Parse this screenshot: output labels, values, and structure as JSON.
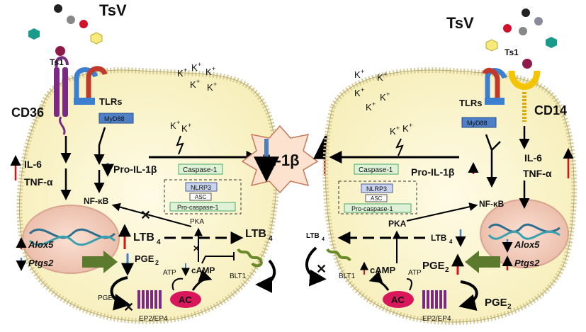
{
  "left": {
    "tsv": "TsV",
    "ts1": "Ts1",
    "receptor_a": "CD36",
    "tlrs": "TLRs",
    "myd88": "MyD88",
    "il6": "IL-6",
    "tnfa": "TNF-α",
    "nfkb": "NF-κB",
    "pro_il1b": "Pro-IL-1β",
    "caspase": "Caspase-1",
    "nlrp3": "NLRP3",
    "asc": "ASC",
    "procaspase": "Pro-caspase-1",
    "ltb4_main": "LTB",
    "ltb4_ext": "LTB",
    "pka": "PKA",
    "alox5": "Alox5",
    "ptgs2": "Ptgs2",
    "pge2": "PGE",
    "pge2_ext": "PGE",
    "camp": "cAMP",
    "atp": "ATP",
    "ac": "AC",
    "blt1": "BLT1",
    "ep": "EP2/EP4",
    "k_ions": [
      "K",
      "K",
      "K",
      "K",
      "K"
    ],
    "k_inner": [
      "K",
      "K"
    ]
  },
  "center": {
    "il1b": "IL-1β"
  },
  "right": {
    "tsv": "TsV",
    "ts1": "Ts1",
    "receptor_b": "CD14",
    "tlrs": "TLRs",
    "myd88": "MyD88",
    "il6": "IL-6",
    "tnfa": "TNF-α",
    "nfkb": "NF-κB",
    "pro_il1b": "Pro-IL-1β",
    "caspase": "Caspase-1",
    "nlrp3": "NLRP3",
    "asc": "ASC",
    "procaspase": "Pro-caspase-1",
    "ltb4_main": "LTB",
    "ltb4_ext": "LTB",
    "pka": "PKA",
    "alox5": "Alox5",
    "ptgs2": "Ptgs2",
    "pge2": "PGE",
    "pge2_ext": "PGE",
    "camp": "cAMP",
    "atp": "ATP",
    "ac": "AC",
    "blt1": "BLT1",
    "ep": "EP2/EP4",
    "k_ions": [
      "K",
      "K",
      "K",
      "K",
      "K"
    ],
    "k_inner": [
      "K",
      "K"
    ]
  },
  "subscripts": {
    "four": "4",
    "two": "2",
    "plus": "+"
  },
  "colors": {
    "cell_fill": "#fbf7d6",
    "membrane": "#d9cf9c",
    "nucleus": "#f3c9b8",
    "up_arrow": "#e01010",
    "down_arrow": "#4a7fc0",
    "green_arrow": "#5c7a2e",
    "il1b_star": "#fde3cf",
    "caspase_box": "#dff2d8",
    "nlrp3_box": "#c9d3ee",
    "myd88_box": "#4f7fc6",
    "ac_pink": "#d8185a",
    "receptor_purple": "#7a2a82"
  }
}
